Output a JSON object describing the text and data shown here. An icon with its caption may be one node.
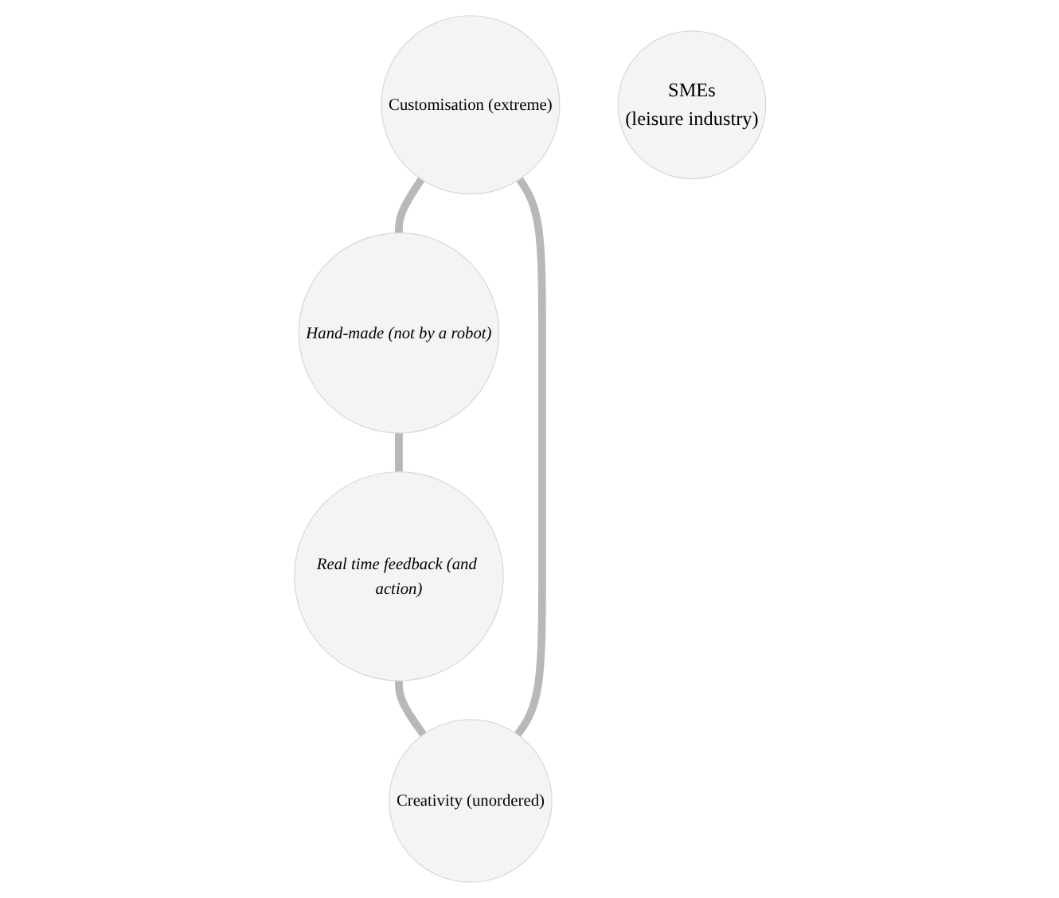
{
  "diagram": {
    "nodes": [
      {
        "text": [
          "Customisation (extreme)"
        ]
      },
      {
        "text": [
          "Creativity (unordered)"
        ]
      },
      {
        "text": [
          "SMEs",
          "(leisure industry)"
        ]
      },
      {
        "text": [
          "Hand-made (not by a robot)"
        ]
      },
      {
        "text": [
          "Real time feedback (and action)"
        ]
      }
    ],
    "edges": [
      {
        "from": 0,
        "to": 3,
        "arrow": "none"
      },
      {
        "from": 3,
        "to": 4,
        "arrow": "none"
      },
      {
        "from": 4,
        "to": 1,
        "arrow": "none"
      },
      {
        "from": 1,
        "to": 0,
        "arrow": "none"
      }
    ]
  }
}
